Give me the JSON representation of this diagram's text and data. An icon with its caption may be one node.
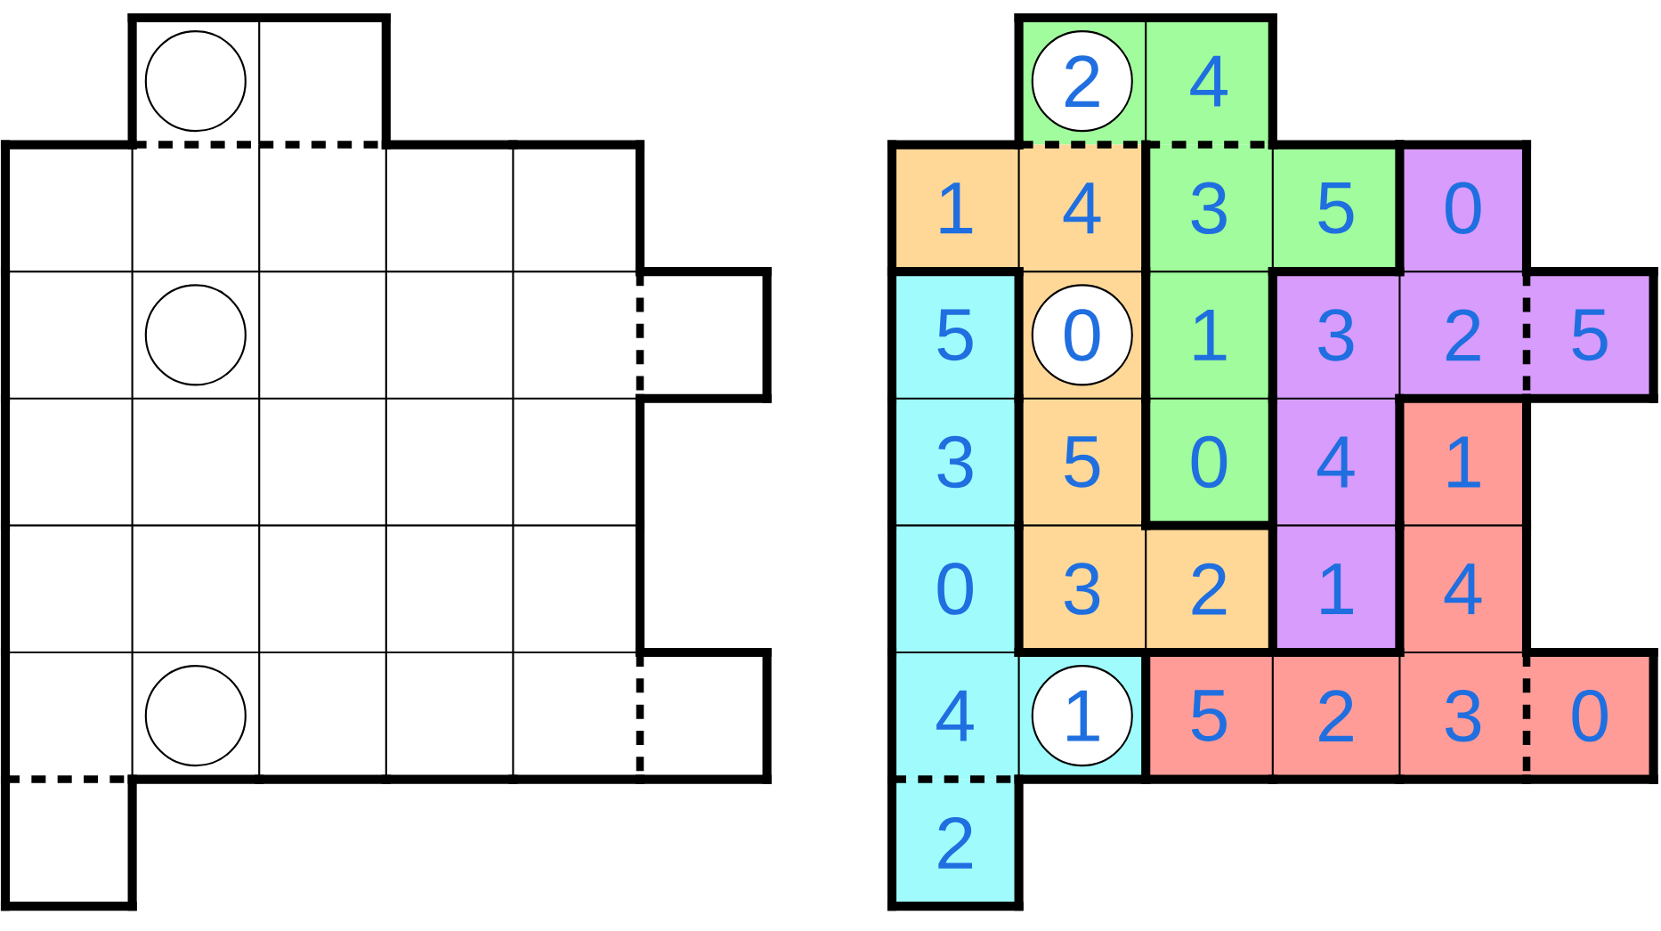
{
  "diagram": {
    "nodes": [
      {
        "text": [],
        "shape": "circle"
      },
      {
        "text": [],
        "shape": "circle"
      },
      {
        "text": [],
        "shape": "circle"
      },
      {
        "text": [
          "2"
        ]
      },
      {
        "text": [
          "0"
        ]
      },
      {
        "text": [
          "1"
        ]
      }
    ],
    "labels": [
      "4",
      "1",
      "4",
      "3",
      "5",
      "0",
      "5",
      "1",
      "3",
      "2",
      "5",
      "3",
      "5",
      "0",
      "4",
      "1",
      "0",
      "3",
      "2",
      "1",
      "4",
      "4",
      "5",
      "2",
      "3",
      "0",
      "2"
    ]
  }
}
